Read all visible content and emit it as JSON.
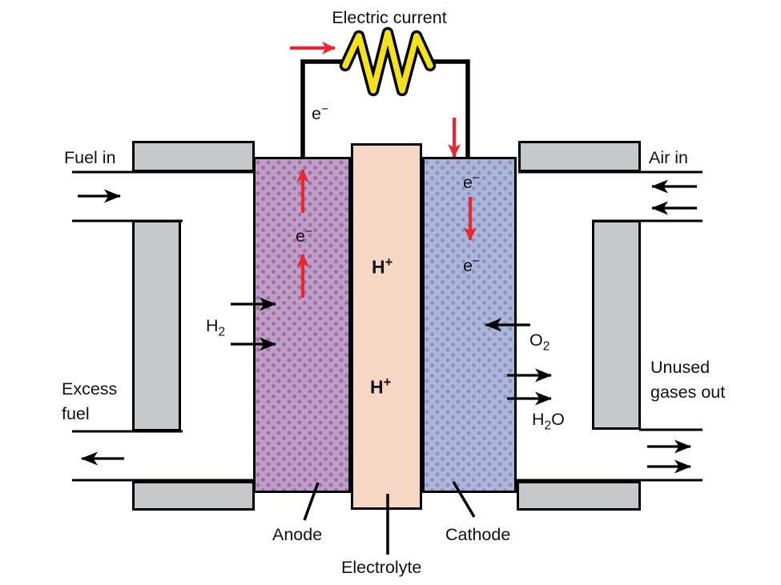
{
  "title": "Electric current",
  "labels": {
    "fuel_in": "Fuel in",
    "air_in": "Air in",
    "excess_fuel": "Excess fuel",
    "unused_gases_out": "Unused gases out",
    "anode": "Anode",
    "electrolyte": "Electrolyte",
    "cathode": "Cathode"
  },
  "species": {
    "electron": {
      "base": "e",
      "sup": "−"
    },
    "proton": {
      "base": "H",
      "sup": "+"
    },
    "hydrogen": {
      "base": "H",
      "sub": "2"
    },
    "oxygen": {
      "base": "O",
      "sub": "2"
    },
    "water": {
      "h": "H",
      "sub": "2",
      "o": "O"
    }
  },
  "colors": {
    "anode_fill": "#c09dc6",
    "anode_dot": "#9b6fa3",
    "cathode_fill": "#aeb5db",
    "cathode_dot": "#8a92bb",
    "electrolyte_fill": "#f6d7c3",
    "pipe_gray": "#c7c8ca",
    "arrow_red": "#e8282e",
    "resistor_yellow": "#f2e11c",
    "line_black": "#000000"
  }
}
